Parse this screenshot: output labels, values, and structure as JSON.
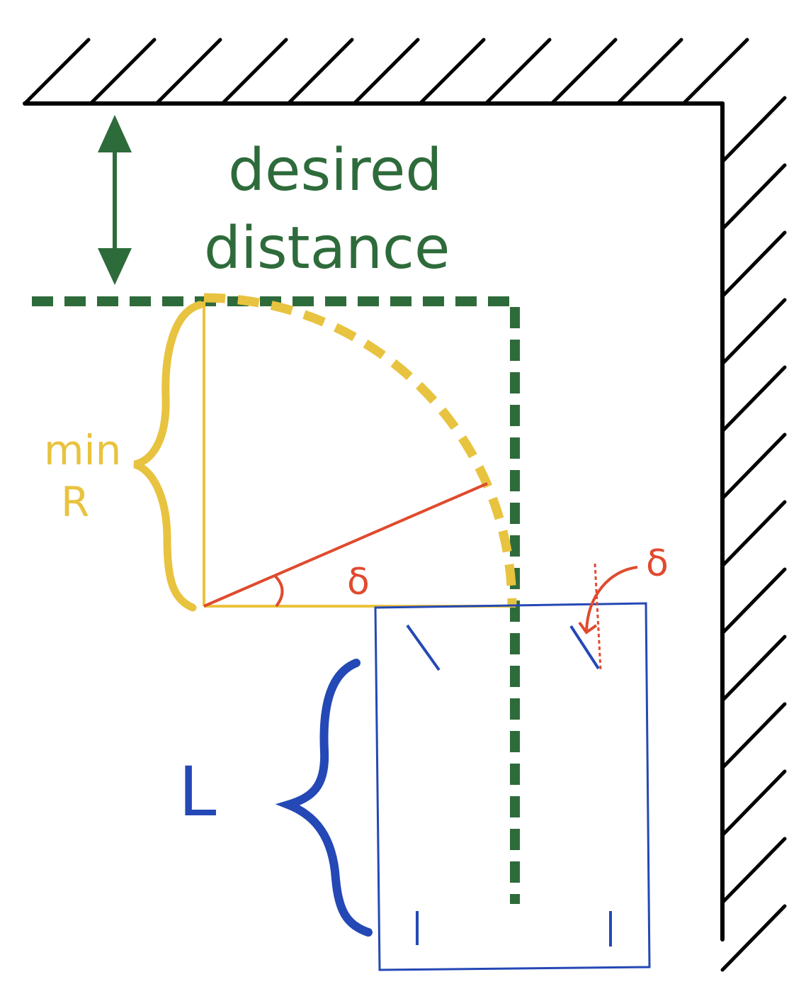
{
  "labels": {
    "desired_line1": "desired",
    "desired_line2": "distance",
    "min_line1": "min",
    "min_line2": "R",
    "delta_angle": "δ",
    "delta_wheel": "δ",
    "length": "L"
  },
  "colors": {
    "wall": "#000000",
    "green": "#2e6b3b",
    "yellow": "#e8c33f",
    "red": "#e04a2e",
    "blue": "#2448b5"
  },
  "icons": [
    "double-arrow",
    "brace",
    "angle-arc"
  ]
}
